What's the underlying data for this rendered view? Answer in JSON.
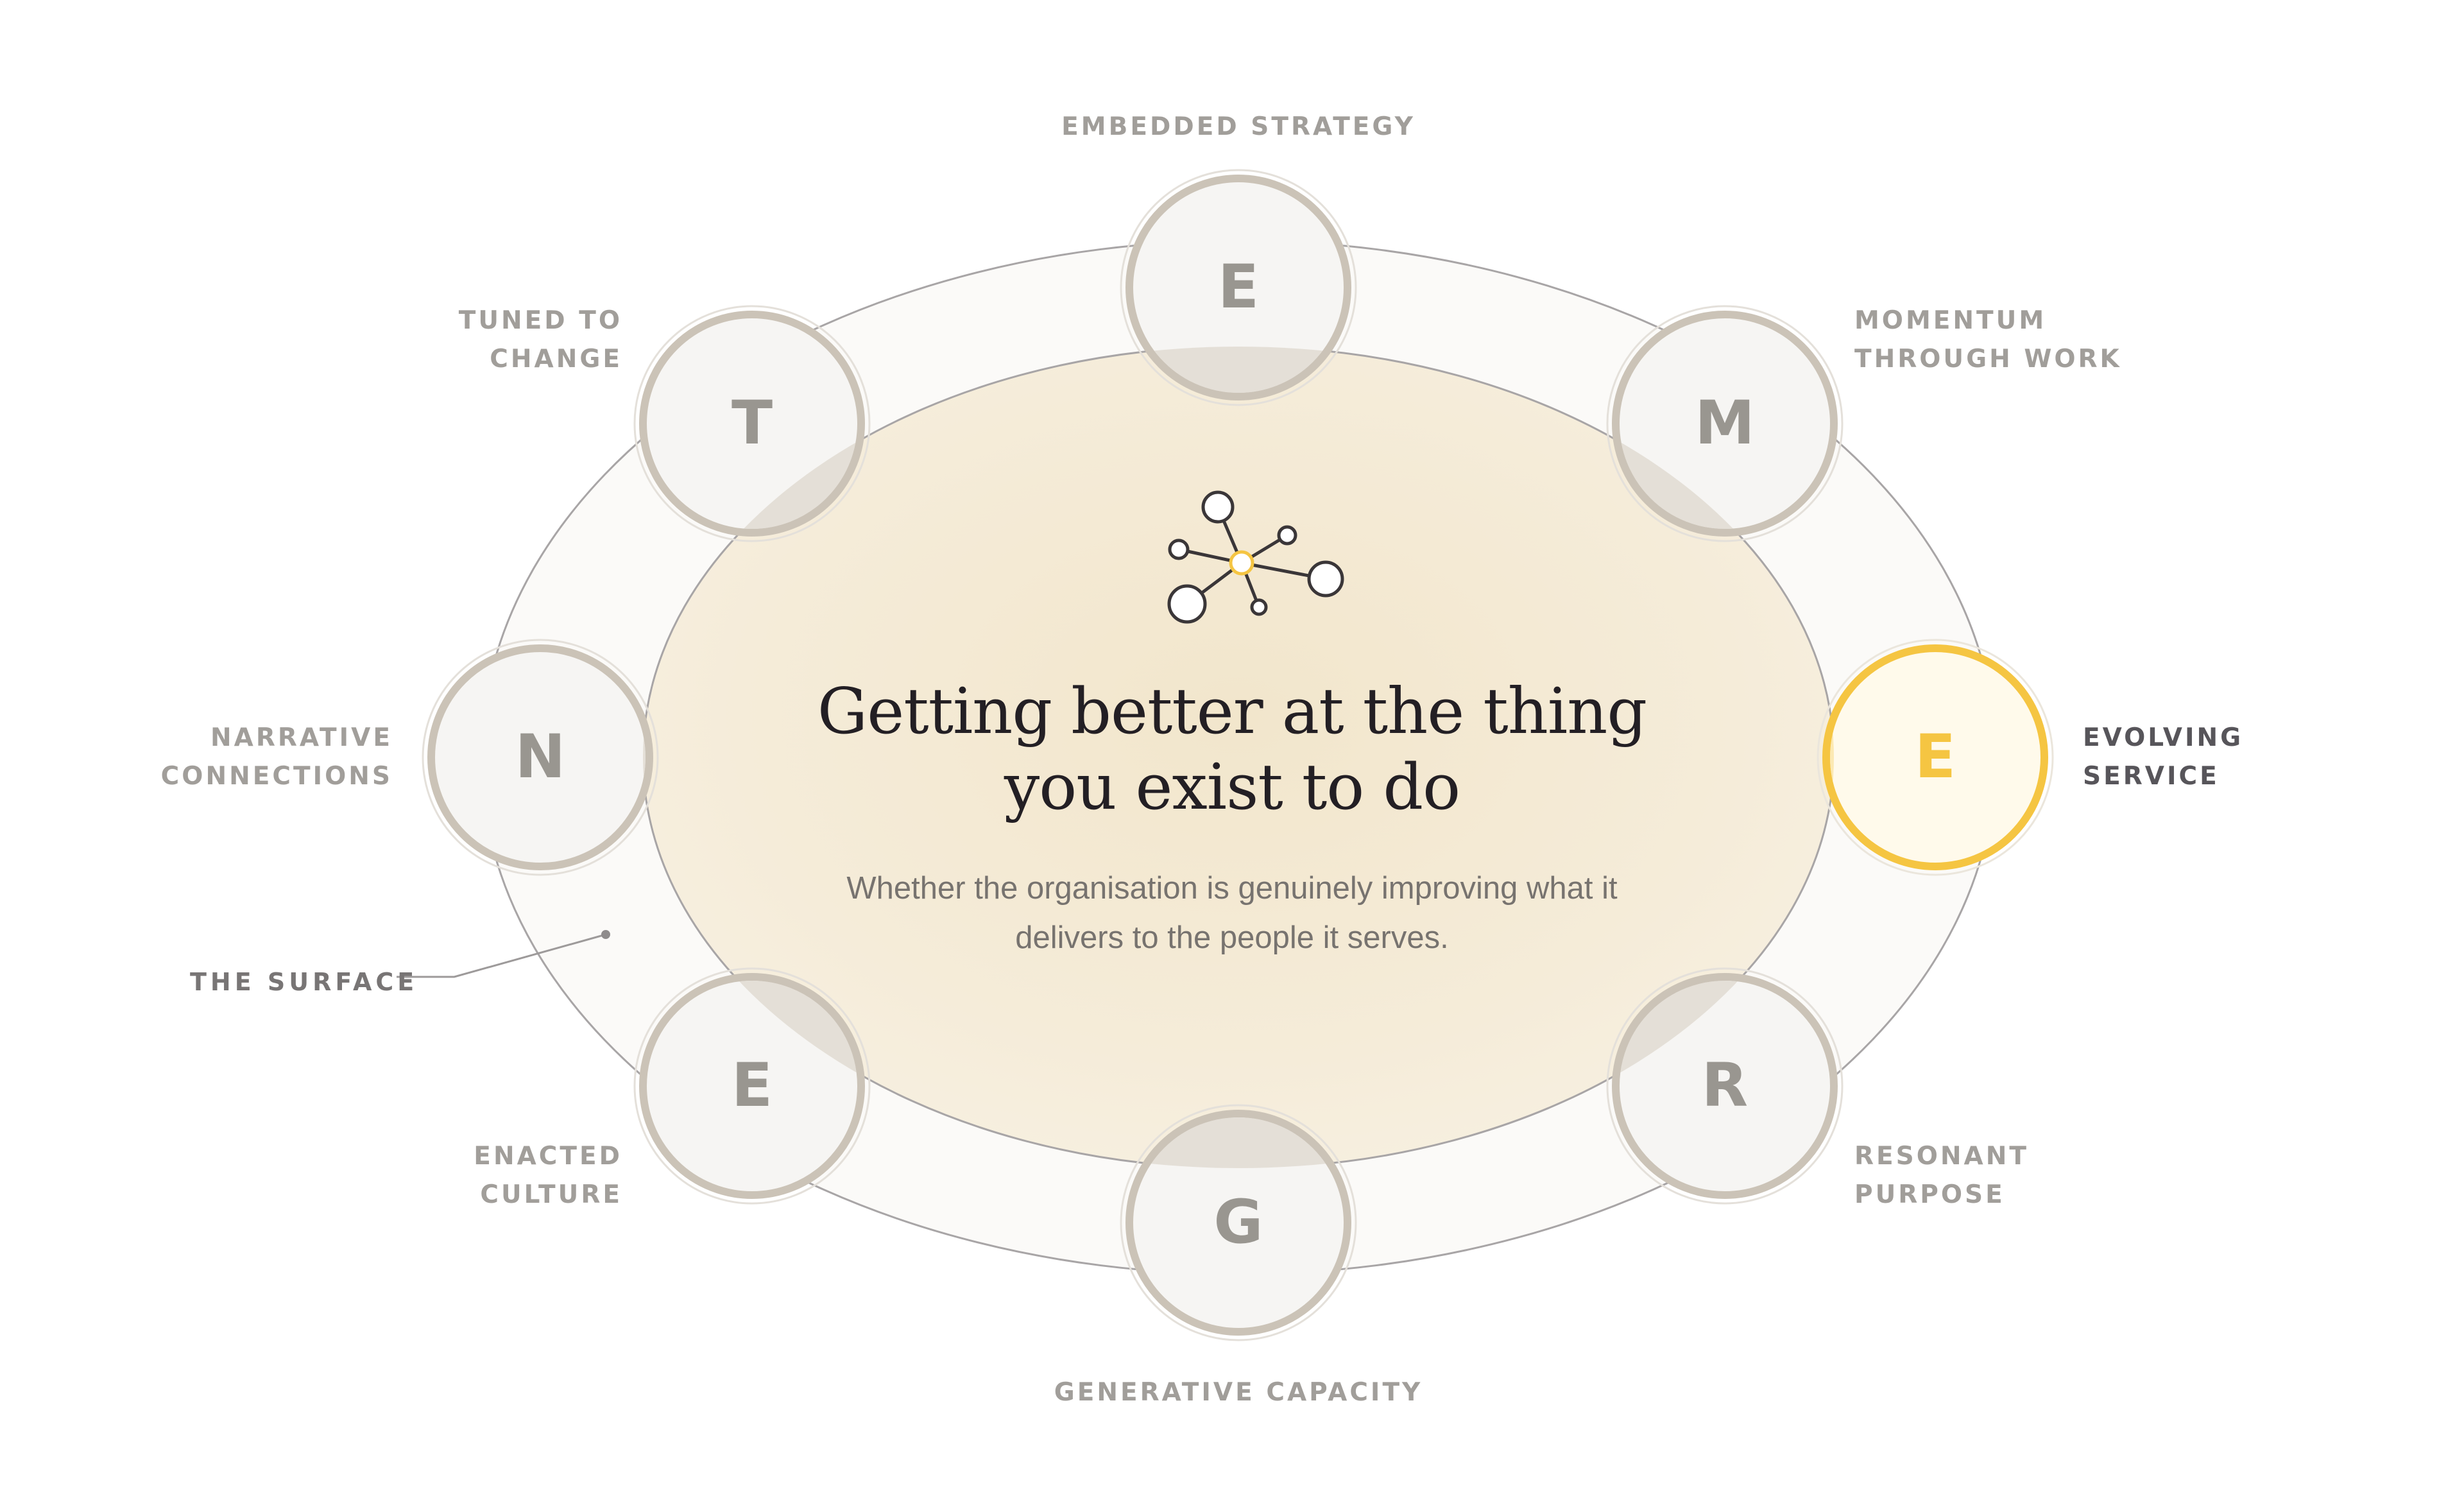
{
  "center": {
    "title_line1": "Getting better at the thing",
    "title_line2": "you exist to do",
    "subtitle_line1": "Whether the organisation is genuinely improving what it",
    "subtitle_line2": "delivers to the people it serves.",
    "icon": "network-nodes-icon"
  },
  "surface_label": "THE SURFACE",
  "nodes": [
    {
      "letter": "E",
      "label_line1": "EMBEDDED STRATEGY",
      "label_line2": "",
      "active": false
    },
    {
      "letter": "M",
      "label_line1": "MOMENTUM",
      "label_line2": "THROUGH WORK",
      "active": false
    },
    {
      "letter": "E",
      "label_line1": "EVOLVING",
      "label_line2": "SERVICE",
      "active": true
    },
    {
      "letter": "R",
      "label_line1": "RESONANT",
      "label_line2": "PURPOSE",
      "active": false
    },
    {
      "letter": "G",
      "label_line1": "GENERATIVE CAPACITY",
      "label_line2": "",
      "active": false
    },
    {
      "letter": "E",
      "label_line1": "ENACTED",
      "label_line2": "CULTURE",
      "active": false
    },
    {
      "letter": "N",
      "label_line1": "NARRATIVE",
      "label_line2": "CONNECTIONS",
      "active": false
    },
    {
      "letter": "T",
      "label_line1": "TUNED TO",
      "label_line2": "CHANGE",
      "active": false
    }
  ],
  "colors": {
    "accent": "#f5c542",
    "ring_stroke": "#c9c2b8",
    "inner_fill": "#f5ecd8",
    "outer_band": "#fbfaf8",
    "title": "#231f24",
    "label": "#a19e9a",
    "label_active": "#57555a"
  }
}
